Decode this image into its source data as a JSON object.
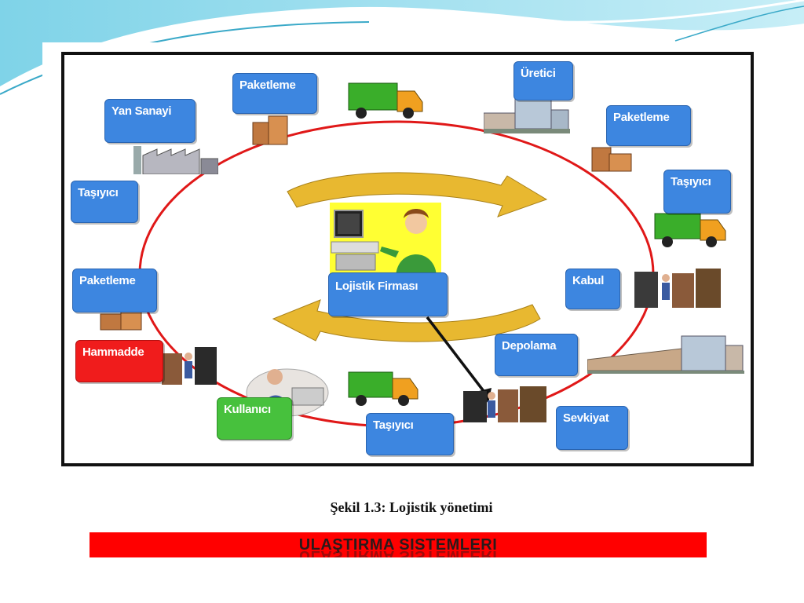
{
  "diagram": {
    "center_label": "Lojistik Firması",
    "nodes": [
      {
        "id": "yan-sanayi",
        "label": "Yan Sanayi",
        "color": "#3d86e0"
      },
      {
        "id": "paketleme-1",
        "label": "Paketleme",
        "color": "#3d86e0"
      },
      {
        "id": "uretici",
        "label": "Üretici",
        "color": "#3d86e0"
      },
      {
        "id": "paketleme-2",
        "label": "Paketleme",
        "color": "#3d86e0"
      },
      {
        "id": "tasiyici-1",
        "label": "Taşıyıcı",
        "color": "#3d86e0"
      },
      {
        "id": "tasiyici-2",
        "label": "Taşıyıcı",
        "color": "#3d86e0"
      },
      {
        "id": "paketleme-3",
        "label": "Paketleme",
        "color": "#3d86e0"
      },
      {
        "id": "kabul",
        "label": "Kabul",
        "color": "#3d86e0"
      },
      {
        "id": "hammadde",
        "label": "Hammadde",
        "color": "#f01c1c"
      },
      {
        "id": "depolama",
        "label": "Depolama",
        "color": "#3d86e0"
      },
      {
        "id": "kullanici",
        "label": "Kullanıcı",
        "color": "#47c13d"
      },
      {
        "id": "tasiyici-3",
        "label": "Taşıyıcı",
        "color": "#3d86e0"
      },
      {
        "id": "sevkiyat",
        "label": "Sevkiyat",
        "color": "#3d86e0"
      }
    ],
    "caption": "Şekil 1.3: Lojistik yönetimi"
  },
  "banner": {
    "title": "ULAŞTIRMA SISTEMLERI"
  },
  "colors": {
    "ring": "#e01818",
    "arrows": "#e8b830",
    "banner": "#ff0000"
  }
}
